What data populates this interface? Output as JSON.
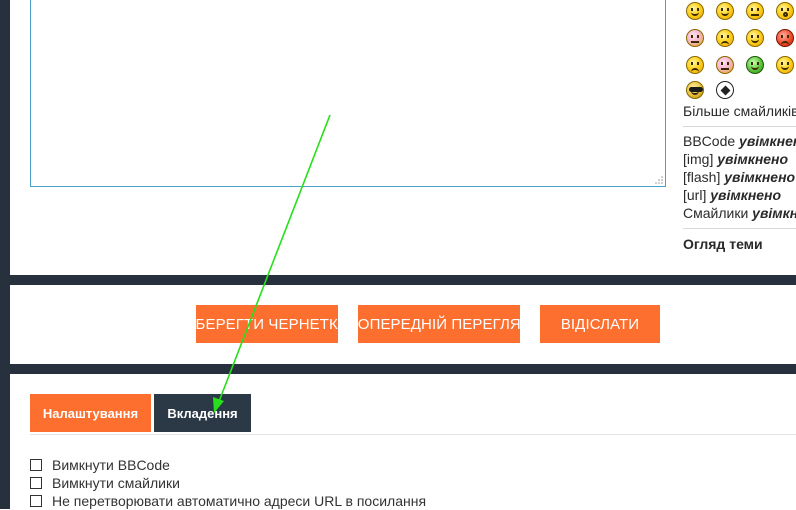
{
  "editor": {
    "message_value": ""
  },
  "smileys": {
    "rows": [
      [
        "smile",
        "happy",
        "neutral",
        "surprised"
      ],
      [
        "confused",
        "sad",
        "wink",
        "mad"
      ],
      [
        "sad-2",
        "rolleyes",
        "sick",
        "facepalm"
      ],
      [
        "cool",
        "football"
      ]
    ],
    "more_label": "Більше смайликів"
  },
  "format_status": {
    "bbcode": {
      "label": "BBCode",
      "status": "увімкнено"
    },
    "img": {
      "label": "[img]",
      "status": "увімкнено"
    },
    "flash": {
      "label": "[flash]",
      "status": "увімкнено"
    },
    "url": {
      "label": "[url]",
      "status": "увімкнено"
    },
    "smilies": {
      "label": "Смайлики",
      "status": "увімкнено"
    }
  },
  "topic_review": {
    "label": "Огляд теми"
  },
  "actions": {
    "save_draft": "ЗБЕРЕГТИ ЧЕРНЕТКУ",
    "preview": "ПОПЕРЕДНІЙ ПЕРЕГЛЯД",
    "submit": "ВІДІСЛАТИ"
  },
  "tabs": {
    "settings": "Налаштування",
    "attachments": "Вкладення"
  },
  "options": {
    "disable_bbcode": "Вимкнути BBCode",
    "disable_smilies": "Вимкнути смайлики",
    "disable_magic_url": "Не перетворювати автоматично адреси URL в посилання"
  },
  "colors": {
    "accent": "#fd6f2f",
    "dark": "#27313e",
    "annotation_arrow": "#27e01b"
  }
}
